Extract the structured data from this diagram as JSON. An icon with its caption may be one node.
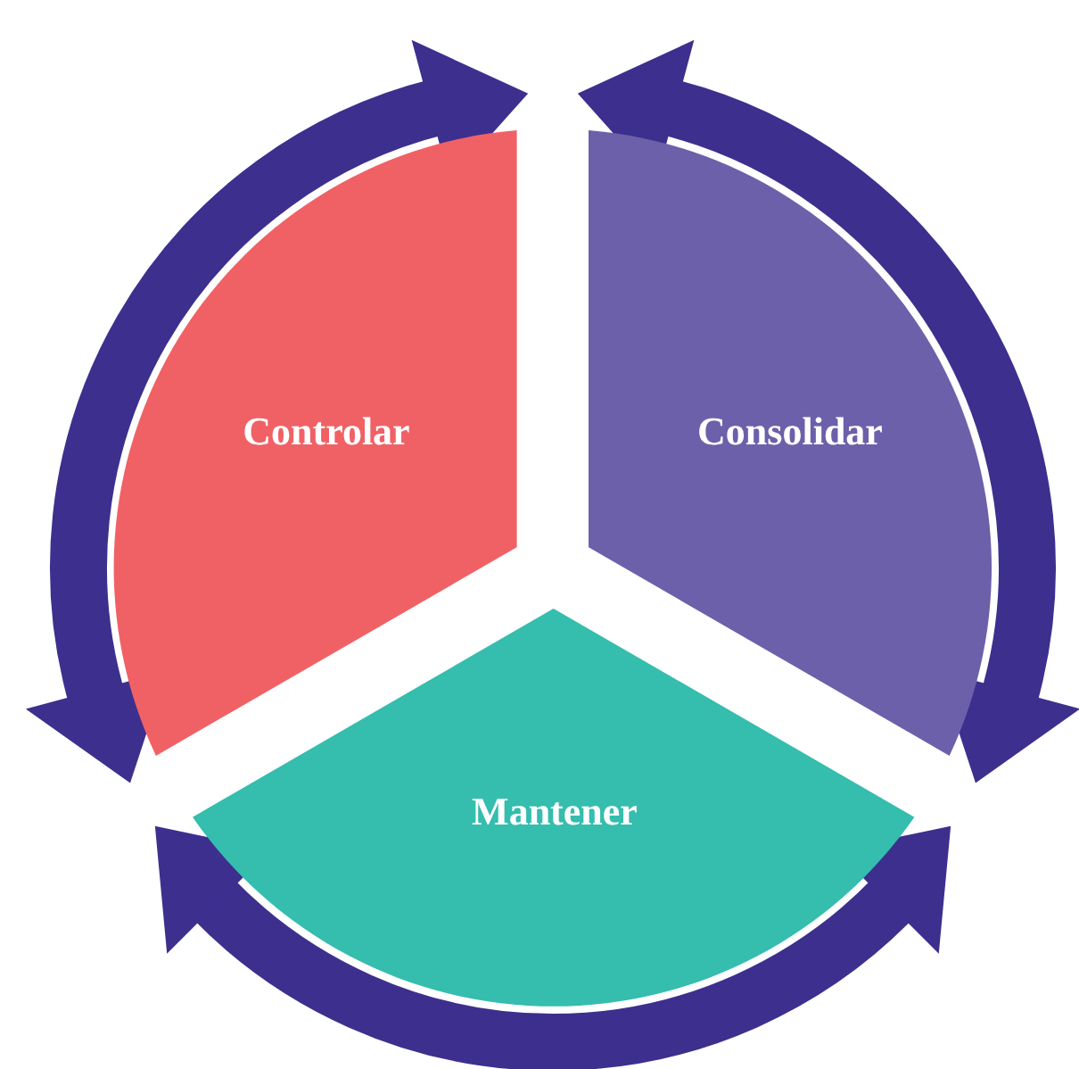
{
  "diagram": {
    "nodes": [
      {
        "text": [
          "Controlar"
        ]
      },
      {
        "text": [
          "Consolidar"
        ]
      },
      {
        "text": [
          "Mantener"
        ]
      }
    ]
  }
}
